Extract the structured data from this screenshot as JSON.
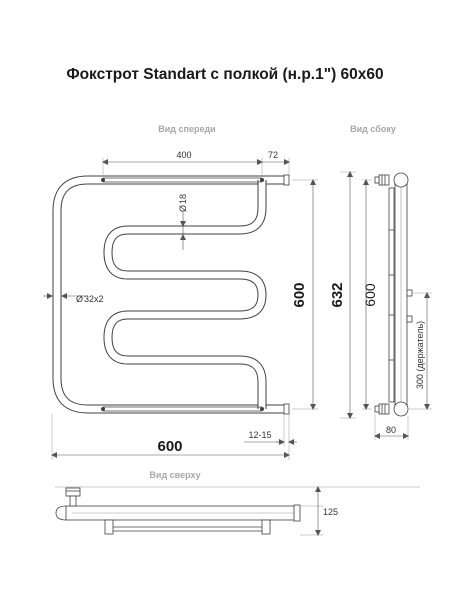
{
  "title": "Фокстрот Standart с полкой (н.р.1\") 60x60",
  "views": {
    "front": "Вид спереди",
    "side": "Вид сбоку",
    "top": "Вид сверху"
  },
  "dimensions": {
    "shelf_length": "400",
    "shelf_offset": "72",
    "pipe_diameter": "18",
    "main_pipe": "32x2",
    "height": "600",
    "height_total": "632",
    "width": "600",
    "wall_gap": "12-15",
    "side_height": "600",
    "holder_distance": "300 (держатель)",
    "side_depth": "80",
    "top_depth": "125"
  },
  "colors": {
    "line": "#404040",
    "view_label": "#a7a7a7",
    "dimension": "#555555"
  }
}
